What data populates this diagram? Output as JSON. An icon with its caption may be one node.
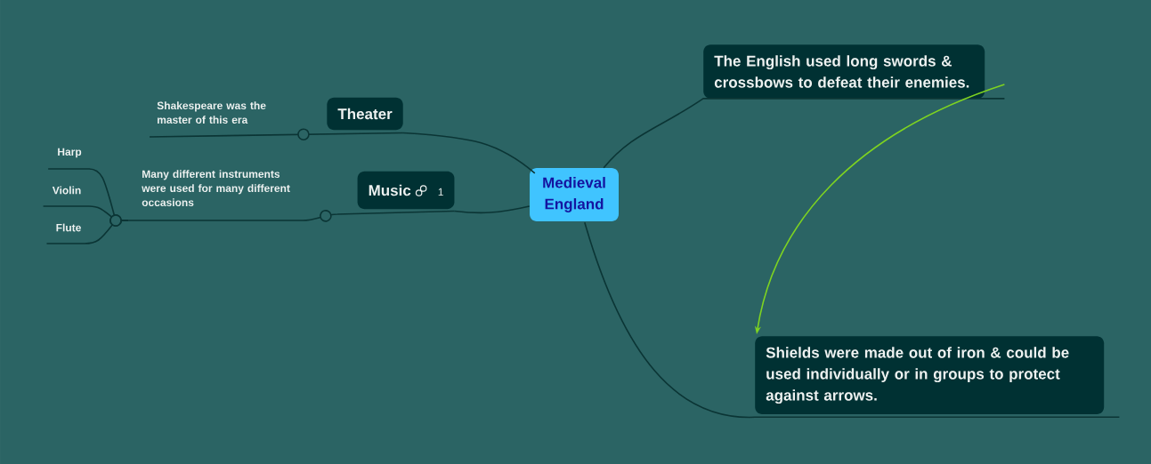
{
  "diagram": {
    "nodes": [
      {
        "text": [
          "Medieval England"
        ]
      },
      {
        "text": [
          "Theater"
        ]
      },
      {
        "text": [
          "Shakespeare was the master of this era"
        ]
      },
      {
        "text": [
          "Music",
          "1"
        ]
      },
      {
        "text": [
          "Many different instruments were used for many different occasions"
        ]
      },
      {
        "text": [
          "Harp"
        ]
      },
      {
        "text": [
          "Violin"
        ]
      },
      {
        "text": [
          "Flute"
        ]
      },
      {
        "text": [
          "The English used long swords & crossbows to defeat their enemies."
        ]
      },
      {
        "text": [
          "Shields were made out of iron & could be used individually or in groups to protect against arrows."
        ]
      }
    ],
    "edges": [
      {
        "from": 0,
        "to": 1,
        "arrow": "none"
      },
      {
        "from": 1,
        "to": 2,
        "arrow": "none"
      },
      {
        "from": 0,
        "to": 3,
        "arrow": "none"
      },
      {
        "from": 3,
        "to": 4,
        "arrow": "none"
      },
      {
        "from": 4,
        "to": 5,
        "arrow": "none"
      },
      {
        "from": 4,
        "to": 6,
        "arrow": "none"
      },
      {
        "from": 4,
        "to": 7,
        "arrow": "none"
      },
      {
        "from": 0,
        "to": 8,
        "arrow": "none"
      },
      {
        "from": 0,
        "to": 9,
        "arrow": "none"
      },
      {
        "from": 8,
        "to": 9,
        "arrow": "to",
        "color": "#7ed321"
      }
    ]
  }
}
